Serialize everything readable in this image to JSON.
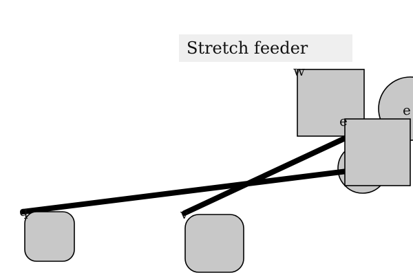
{
  "title": "Stretch feeder",
  "labels": {
    "w": "w",
    "e_circle": "e",
    "e_square": "e",
    "q": "q",
    "v": "v"
  },
  "colors": {
    "shape_fill": "#c8c8c8",
    "stroke": "#000000",
    "title_bg": "#efefef"
  }
}
